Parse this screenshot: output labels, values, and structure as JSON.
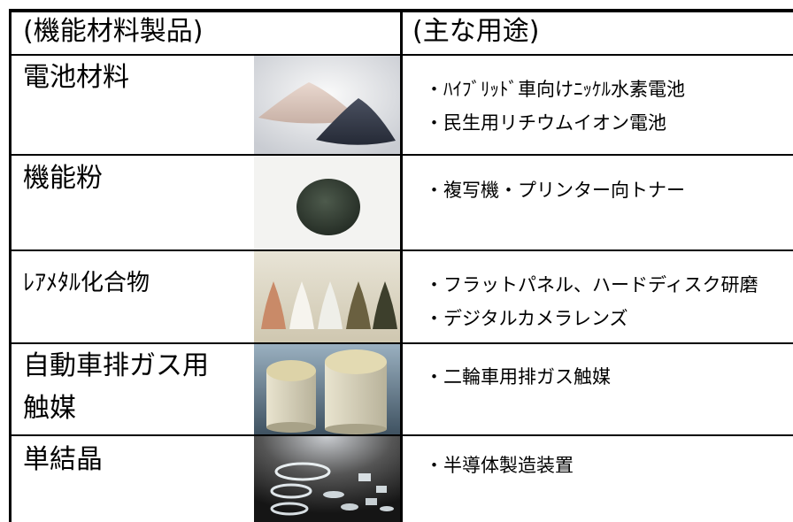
{
  "table": {
    "header": {
      "product_col": "(機能材料製品)",
      "use_col": "(主な用途)"
    },
    "rows": [
      {
        "product": "電池材料",
        "photo_icon": "powder-piles-photo",
        "uses": [
          "・ﾊｲﾌﾞﾘｯﾄﾞ車向けﾆｯｹﾙ水素電池",
          "・民生用リチウムイオン電池"
        ]
      },
      {
        "product": "機能粉",
        "photo_icon": "dark-powder-photo",
        "uses": [
          "・複写機・プリンター向トナー"
        ]
      },
      {
        "product": "ﾚｱﾒﾀﾙ化合物",
        "photo_icon": "powder-cones-photo",
        "uses": [
          "・フラットパネル、ハードディスク研磨",
          "・デジタルカメラレンズ"
        ]
      },
      {
        "product_line1": "自動車排ガス用",
        "product_line2": "触媒",
        "photo_icon": "honeycomb-catalyst-photo",
        "uses": [
          "・二輪車用排ガス触媒"
        ]
      },
      {
        "product": "単結晶",
        "photo_icon": "crystal-wafers-photo",
        "uses": [
          "・半導体製造装置"
        ]
      }
    ]
  }
}
